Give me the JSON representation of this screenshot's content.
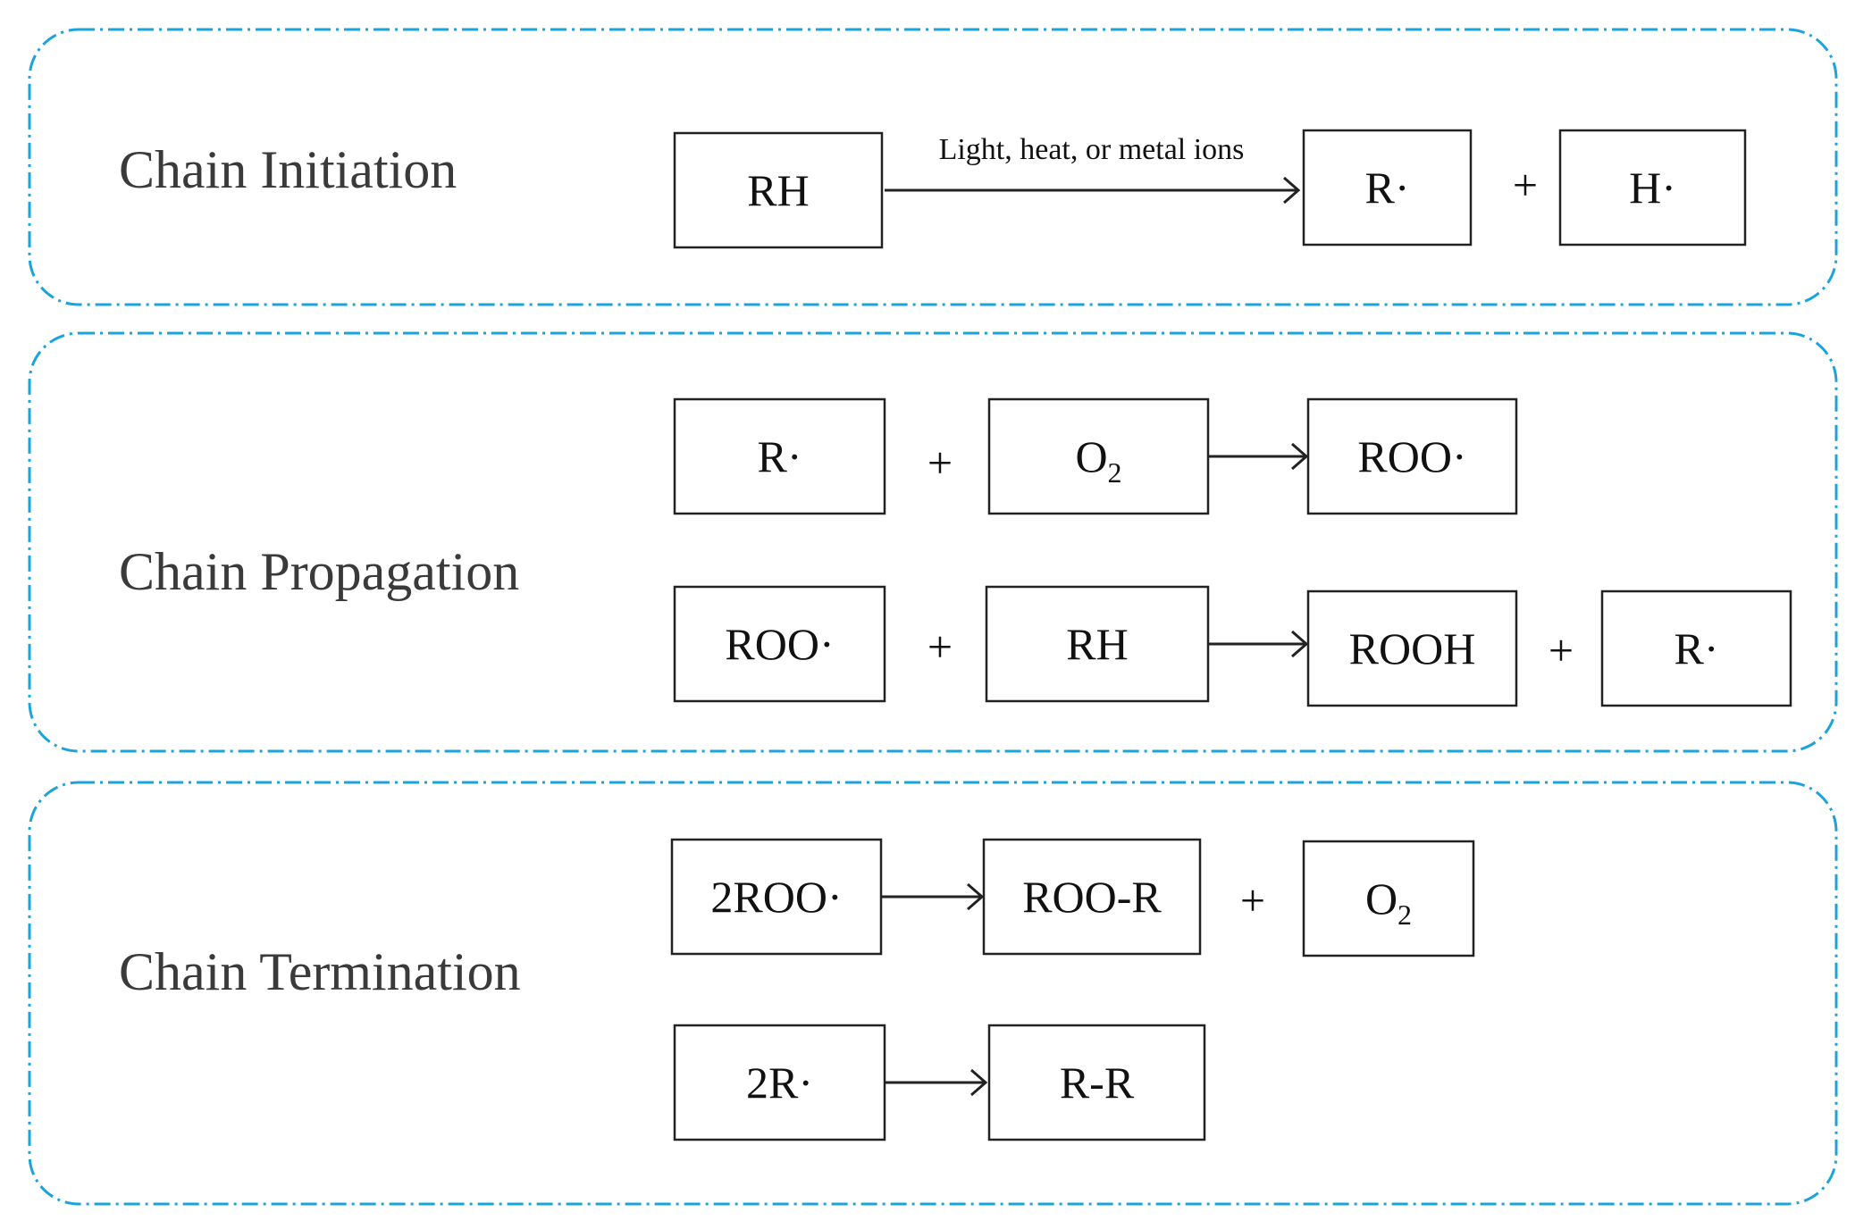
{
  "stages": [
    {
      "label": "Chain Initiation",
      "reactions": [
        {
          "parts": [
            {
              "type": "box",
              "text": "RH"
            },
            {
              "type": "arrow",
              "label": "Light, heat, or metal ions"
            },
            {
              "type": "box",
              "text": "R·"
            },
            {
              "type": "plus",
              "text": "+"
            },
            {
              "type": "box",
              "text": "H·"
            }
          ]
        }
      ]
    },
    {
      "label": "Chain Propagation",
      "reactions": [
        {
          "parts": [
            {
              "type": "box",
              "text": "R·"
            },
            {
              "type": "plus",
              "text": "+"
            },
            {
              "type": "box",
              "text": "O",
              "sub": "2"
            },
            {
              "type": "arrow",
              "label": ""
            },
            {
              "type": "box",
              "text": "ROO·"
            }
          ]
        },
        {
          "parts": [
            {
              "type": "box",
              "text": "ROO·"
            },
            {
              "type": "plus",
              "text": "+"
            },
            {
              "type": "box",
              "text": "RH"
            },
            {
              "type": "arrow",
              "label": ""
            },
            {
              "type": "box",
              "text": "ROOH"
            },
            {
              "type": "plus",
              "text": "+"
            },
            {
              "type": "box",
              "text": "R·"
            }
          ]
        }
      ]
    },
    {
      "label": "Chain Termination",
      "reactions": [
        {
          "parts": [
            {
              "type": "box",
              "text": "2ROO·"
            },
            {
              "type": "arrow",
              "label": ""
            },
            {
              "type": "box",
              "text": "ROO-R"
            },
            {
              "type": "plus",
              "text": "+"
            },
            {
              "type": "box",
              "text": "O",
              "sub": "2"
            }
          ]
        },
        {
          "parts": [
            {
              "type": "box",
              "text": "2R·"
            },
            {
              "type": "arrow",
              "label": ""
            },
            {
              "type": "box",
              "text": "R-R"
            }
          ]
        }
      ]
    }
  ],
  "colors": {
    "panel_border": "#1ba3dc",
    "box_border": "#222222",
    "label_text": "#3a3a3a"
  }
}
